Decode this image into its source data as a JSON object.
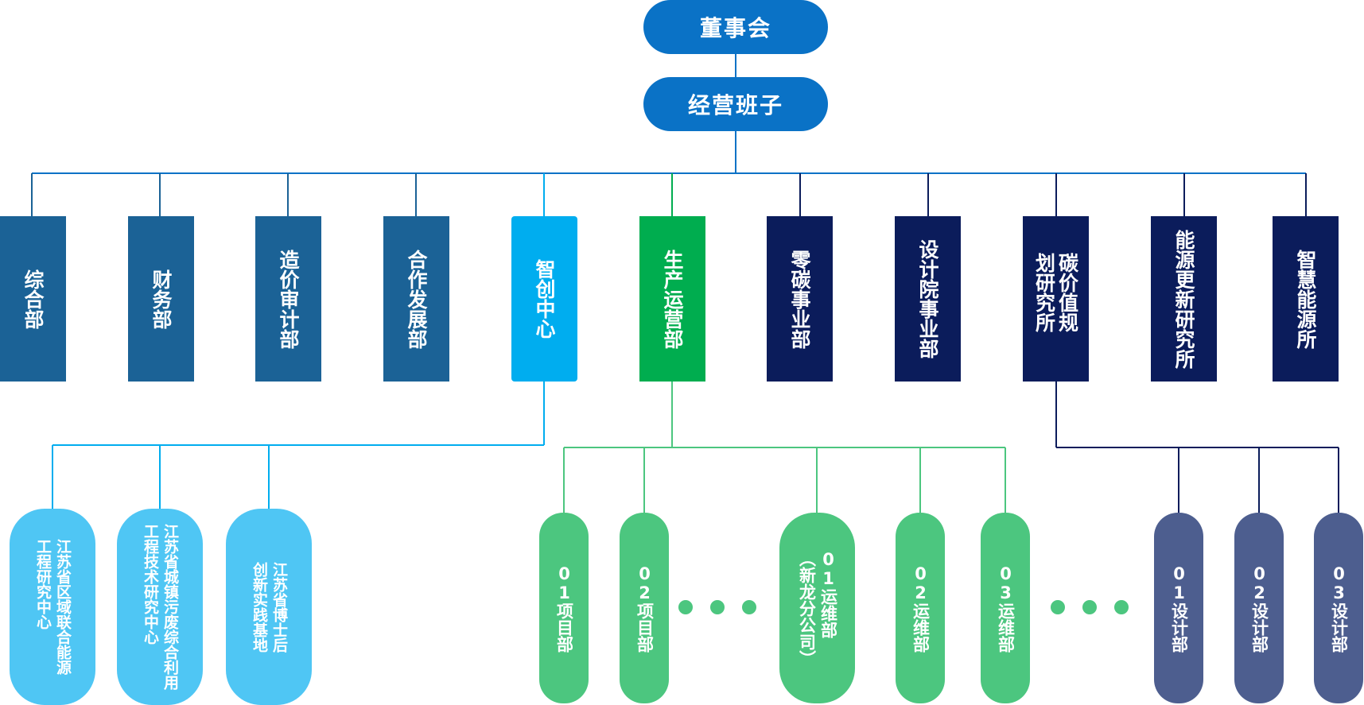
{
  "colors": {
    "top": "#0a72c6",
    "dept_default": "#1b6296",
    "dept_innovation": "#00adef",
    "dept_production": "#00ad4f",
    "dept_navy": "#0b1c5b",
    "sub_innovation": "#4fc6f4",
    "sub_production": "#4cc67f",
    "sub_carbon": "#4d5e8f"
  },
  "board": "董事会",
  "management": "经营班子",
  "departments": [
    {
      "label": "综合部"
    },
    {
      "label": "财务部"
    },
    {
      "label": "造价审计部"
    },
    {
      "label": "合作发展部"
    },
    {
      "label": "智创中心"
    },
    {
      "label": "生产运营部"
    },
    {
      "label": "零碳事业部"
    },
    {
      "label": "设计院事业部"
    },
    {
      "label": "碳价值规划研究所"
    },
    {
      "label": "能源更新研究所"
    },
    {
      "label": "智慧能源所"
    }
  ],
  "innovation_units": [
    {
      "col1": "江苏省区域联合能源",
      "col2": "工程研究中心"
    },
    {
      "col1": "江苏省城镇污废综合利用",
      "col2": "工程技术研究中心"
    },
    {
      "col1": "江苏省博士后",
      "col2": "创新实践基地"
    }
  ],
  "production_units": [
    {
      "col1": "01项目部"
    },
    {
      "col1": "02项目部"
    },
    {
      "col1": "01运维部",
      "col2": "（新龙分公司）"
    },
    {
      "col1": "02运维部"
    },
    {
      "col1": "03运维部"
    }
  ],
  "carbon_units": [
    {
      "col1": "01设计部"
    },
    {
      "col1": "02设计部"
    },
    {
      "col1": "03设计部"
    }
  ]
}
